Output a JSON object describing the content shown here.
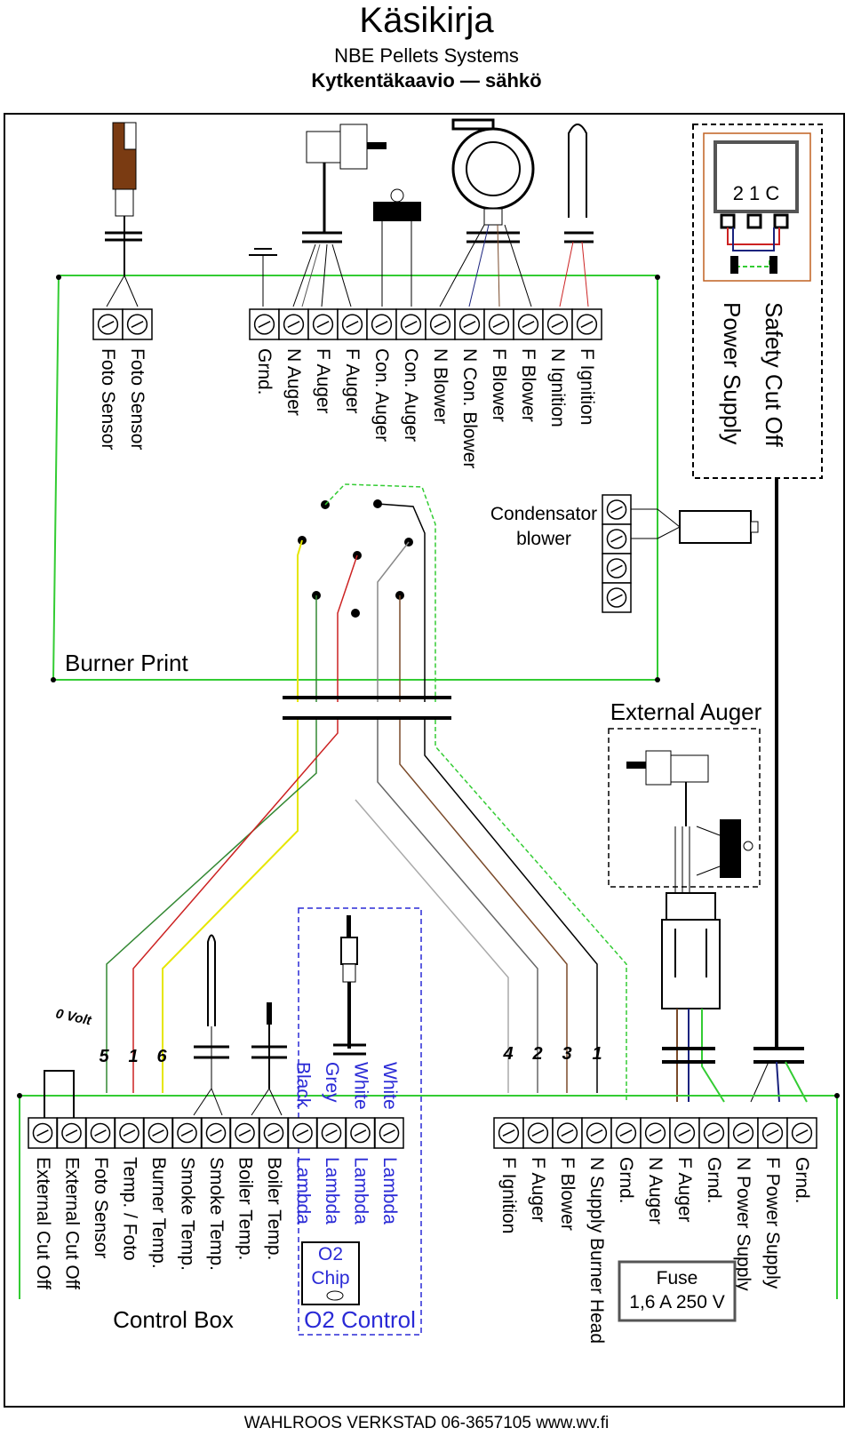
{
  "header": {
    "title": "Käsikirja",
    "subtitle": "NBE Pellets Systems",
    "subtitle2": "Kytkentäkaavio — sähkö"
  },
  "burner": {
    "print_label": "Burner Print",
    "terminal_labels": [
      "Foto Sensor",
      "Foto Sensor",
      "Grnd.",
      "N  Auger",
      "F  Auger",
      "F  Auger",
      "Con. Auger",
      "Con. Auger",
      "N  Blower",
      "N  Con. Blower",
      "F  Blower",
      "F  Blower",
      "N  Ignition",
      "F  Ignition"
    ],
    "condensator_label_1": "Condensator",
    "condensator_label_2": "blower"
  },
  "safety": {
    "relay_numbers": "2  1  C",
    "label_1": "Power Supply",
    "label_2": "Safety Cut Off"
  },
  "external_auger": {
    "label": "External Auger"
  },
  "control_box": {
    "label": "Control Box",
    "zero_volt": "0 Volt",
    "wire_numbers": [
      "5",
      "1",
      "6"
    ],
    "left_labels": [
      "External Cut Off",
      "External Cut Off",
      "Foto Sensor",
      "Temp. / Foto",
      "Burner Temp.",
      "Smoke Temp.",
      "Smoke Temp.",
      "Boiler Temp.",
      "Boiler Temp."
    ],
    "lambda_labels": [
      "Lambda",
      "Lambda",
      "Lambda",
      "Lambda"
    ],
    "lambda_colors": [
      "Black",
      "Grey",
      "White",
      "White"
    ],
    "o2_chip_1": "O2",
    "o2_chip_2": "Chip",
    "o2_control": "O2 Control",
    "right_wire_numbers": [
      "4",
      "2",
      "3",
      "1"
    ],
    "right_labels": [
      "F  Ignition",
      "F  Auger",
      "F  Blower",
      "N  Supply Burner Head",
      "Grnd.",
      "N  Auger",
      "F  Auger",
      "Grnd.",
      "N  Power Supply",
      "F  Power Supply",
      "Grnd."
    ],
    "fuse_1": "Fuse",
    "fuse_2": "1,6 A 250 V"
  },
  "footer": {
    "text": "WAHLROOS VERKSTAD 06-3657105   www.wv.fi"
  },
  "colors": {
    "green_wire": "#33cc33",
    "yellow_wire": "#e6e600",
    "red_wire": "#cc2222",
    "brown_wire": "#7a4a2a",
    "blue_wire": "#1a237e",
    "grey_wire": "#aaaaaa",
    "lambda_text": "#2a2ad6",
    "box_border": "#000000"
  }
}
